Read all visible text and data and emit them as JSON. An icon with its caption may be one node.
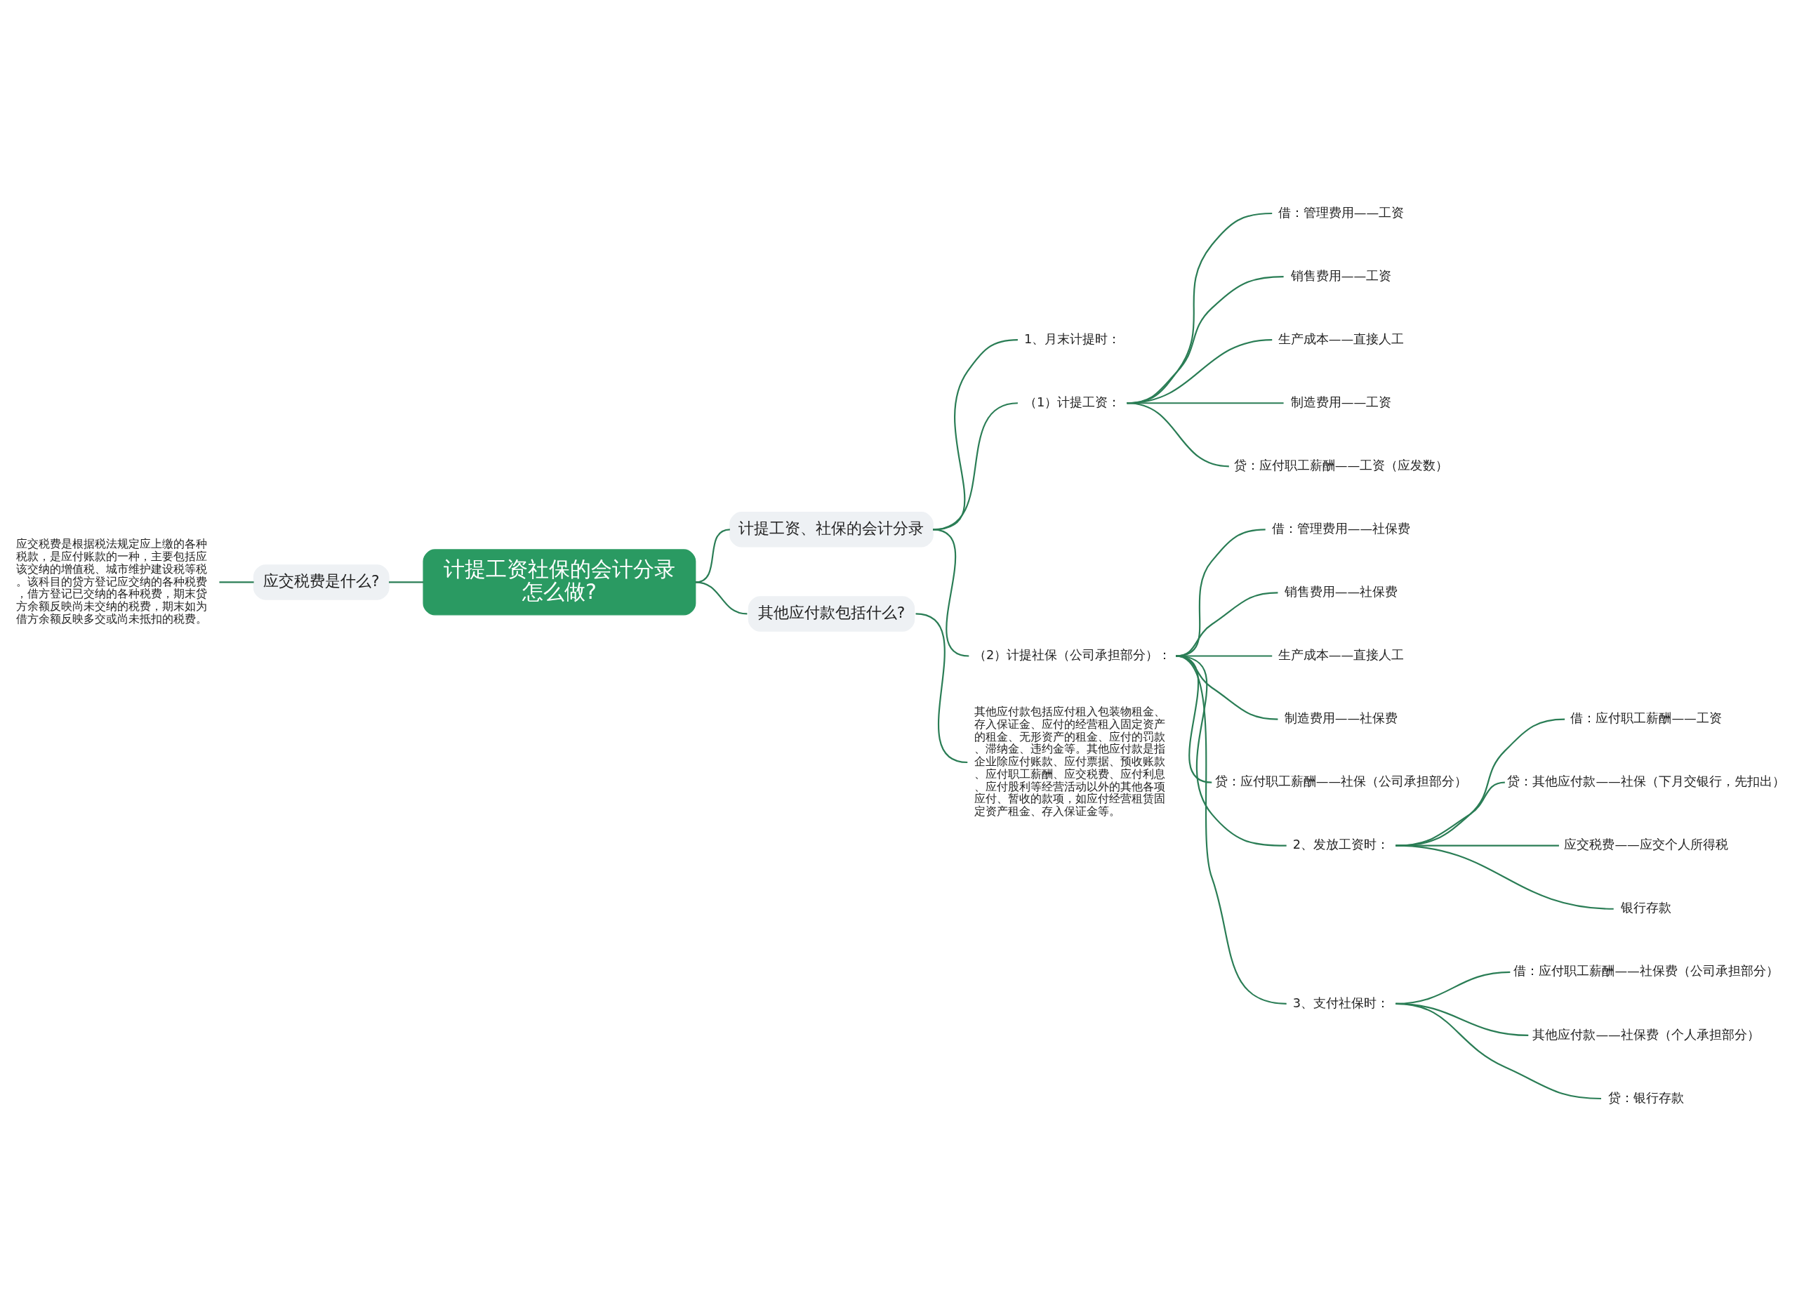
{
  "diagram": {
    "nodes": [
      {
        "text": [
          "计提工资社保的会计分录怎么做?"
        ]
      },
      {
        "text": [
          "应交税费是什么?"
        ]
      },
      {
        "text": [
          "应交税费是根据税法规定应上缴的各种税款，是应付账款的一种，主要包括应该交纳的增值税、城市维护建设税等税。该科目的贷方登记应交纳的各种税费，借方登记已交纳的各种税费，期末贷方余额反映尚未交纳的税费，期末如为借方余额反映多交或尚未抵扣的税费。"
        ]
      },
      {
        "text": [
          "计提工资、社保的会计分录"
        ]
      },
      {
        "text": [
          "1、月末计提时："
        ]
      },
      {
        "text": [
          "（1）计提工资："
        ]
      },
      {
        "text": [
          "借：管理费用——工资"
        ]
      },
      {
        "text": [
          "销售费用——工资"
        ]
      },
      {
        "text": [
          "生产成本——直接人工"
        ]
      },
      {
        "text": [
          "制造费用——工资"
        ]
      },
      {
        "text": [
          "贷：应付职工薪酬——工资（应发数）"
        ]
      },
      {
        "text": [
          "（2）计提社保（公司承担部分）："
        ]
      },
      {
        "text": [
          "借：管理费用——社保费"
        ]
      },
      {
        "text": [
          "销售费用——社保费"
        ]
      },
      {
        "text": [
          "生产成本——直接人工"
        ]
      },
      {
        "text": [
          "制造费用——社保费"
        ]
      },
      {
        "text": [
          "贷：应付职工薪酬——社保（公司承担部分）"
        ]
      },
      {
        "text": [
          "2、发放工资时："
        ]
      },
      {
        "text": [
          "借：应付职工薪酬——工资"
        ]
      },
      {
        "text": [
          "贷：其他应付款——社保（下月交银行，先扣出）"
        ]
      },
      {
        "text": [
          "应交税费——应交个人所得税"
        ]
      },
      {
        "text": [
          "银行存款"
        ]
      },
      {
        "text": [
          "3、支付社保时："
        ]
      },
      {
        "text": [
          "借：应付职工薪酬——社保费（公司承担部分）"
        ]
      },
      {
        "text": [
          "其他应付款——社保费（个人承担部分）"
        ]
      },
      {
        "text": [
          "贷：银行存款"
        ]
      },
      {
        "text": [
          "其他应付款包括什么?"
        ]
      },
      {
        "text": [
          "其他应付款包括应付租入包装物租金、存入保证金、应付的经营租入固定资产的租金、无形资产的租金、应付的罚款、滞纳金、违约金等。其他应付款是指企业除应付账款、应付票据、预收账款、应付职工薪酬、应交税费、应付利息、应付股利等经营活动以外的其他各项应付、暂收的款项，如应付经营租赁固定资产租金、存入保证金等。"
        ]
      }
    ],
    "edges": [
      {
        "from": 0,
        "to": 1,
        "arrow": "none"
      },
      {
        "from": 1,
        "to": 2,
        "arrow": "none"
      },
      {
        "from": 0,
        "to": 3,
        "arrow": "none"
      },
      {
        "from": 3,
        "to": 4,
        "arrow": "none"
      },
      {
        "from": 3,
        "to": 5,
        "arrow": "none"
      },
      {
        "from": 5,
        "to": 6,
        "arrow": "none"
      },
      {
        "from": 5,
        "to": 7,
        "arrow": "none"
      },
      {
        "from": 5,
        "to": 8,
        "arrow": "none"
      },
      {
        "from": 5,
        "to": 9,
        "arrow": "none"
      },
      {
        "from": 5,
        "to": 10,
        "arrow": "none"
      },
      {
        "from": 3,
        "to": 11,
        "arrow": "none"
      },
      {
        "from": 11,
        "to": 12,
        "arrow": "none"
      },
      {
        "from": 11,
        "to": 13,
        "arrow": "none"
      },
      {
        "from": 11,
        "to": 14,
        "arrow": "none"
      },
      {
        "from": 11,
        "to": 15,
        "arrow": "none"
      },
      {
        "from": 11,
        "to": 16,
        "arrow": "none"
      },
      {
        "from": 11,
        "to": 17,
        "arrow": "none"
      },
      {
        "from": 17,
        "to": 18,
        "arrow": "none"
      },
      {
        "from": 17,
        "to": 19,
        "arrow": "none"
      },
      {
        "from": 17,
        "to": 20,
        "arrow": "none"
      },
      {
        "from": 17,
        "to": 21,
        "arrow": "none"
      },
      {
        "from": 11,
        "to": 22,
        "arrow": "none"
      },
      {
        "from": 22,
        "to": 23,
        "arrow": "none"
      },
      {
        "from": 22,
        "to": 24,
        "arrow": "none"
      },
      {
        "from": 22,
        "to": 25,
        "arrow": "none"
      },
      {
        "from": 0,
        "to": 26,
        "arrow": "none"
      },
      {
        "from": 26,
        "to": 27,
        "arrow": "none"
      }
    ]
  }
}
